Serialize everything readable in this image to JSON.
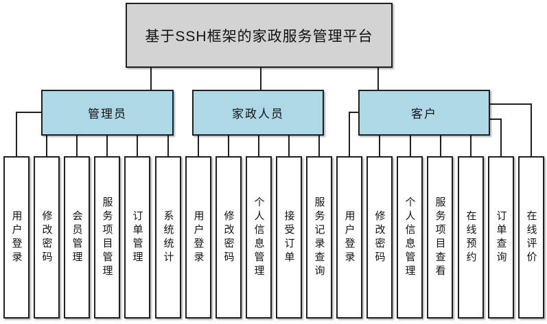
{
  "title": "基于SSH框架的家政服务管理平台",
  "roles": [
    {
      "label": "管理员",
      "children": [
        "用户登录",
        "修改密码",
        "会员管理",
        "服务项目管理",
        "订单管理",
        "系统统计"
      ]
    },
    {
      "label": "家政人员",
      "children": [
        "用户登录",
        "修改密码",
        "个人信息管理",
        "接受订单",
        "服务记录查询"
      ]
    },
    {
      "label": "客户",
      "children": [
        "用户登录",
        "修改密码",
        "个人信息管理",
        "服务项目查看",
        "在线预约",
        "订单查询",
        "在线评价"
      ]
    }
  ],
  "colors": {
    "root_fill": "#d3d3d3",
    "role_fill": "#add8e6",
    "leaf_fill": "#ffffff",
    "line": "#1f1f1f"
  }
}
